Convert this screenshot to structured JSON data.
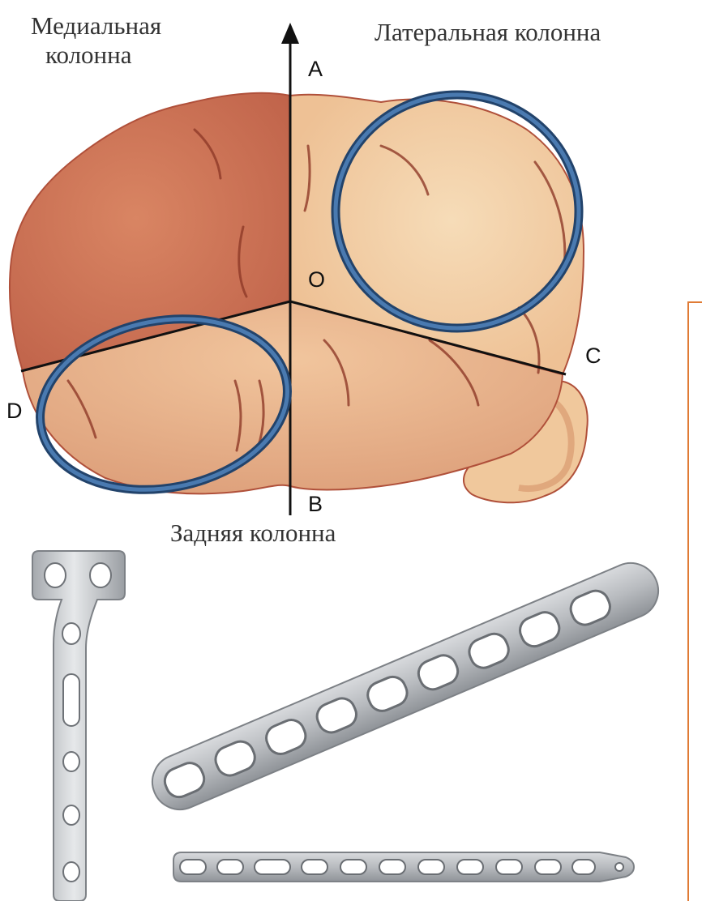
{
  "labels": {
    "medial_line1": "Медиальная",
    "medial_line2": "колонна",
    "lateral": "Латеральная колонна",
    "posterior": "Задняя колонна"
  },
  "points": {
    "a": "A",
    "o": "O",
    "b": "B",
    "c": "C",
    "d": "D"
  },
  "colors": {
    "medial_column": "#c8704f",
    "lateral_column": "#f1cfa5",
    "posterior_column": "#eab48a",
    "outline": "#b0503a",
    "highlight_ring": "#3c6a9e",
    "plate_metal": "#c4c7cb",
    "frame": "#e07b35"
  }
}
